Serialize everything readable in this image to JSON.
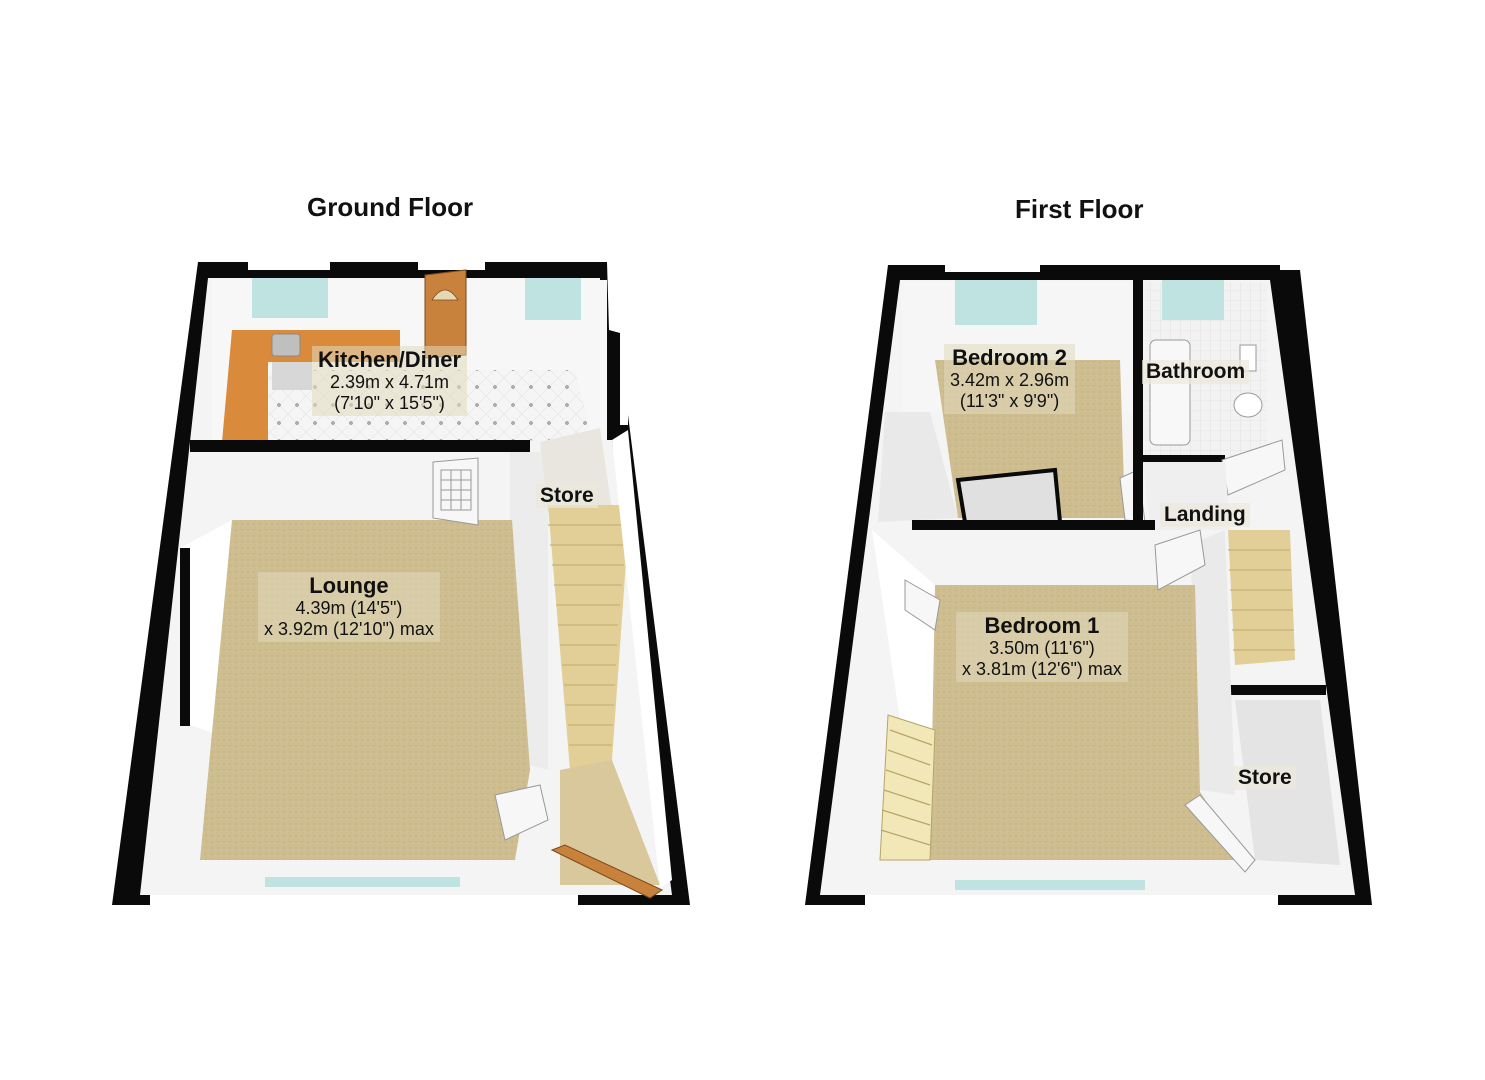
{
  "floors": {
    "ground": {
      "title": "Ground Floor",
      "rooms": {
        "kitchen": {
          "name": "Kitchen/Diner",
          "dim1": "2.39m x 4.71m",
          "dim2": "(7'10\" x 15'5\")"
        },
        "lounge": {
          "name": "Lounge",
          "dim1": "4.39m (14'5\")",
          "dim2": "x 3.92m (12'10\") max"
        },
        "store": {
          "name": "Store"
        }
      }
    },
    "first": {
      "title": "First Floor",
      "rooms": {
        "bedroom2": {
          "name": "Bedroom 2",
          "dim1": "3.42m x 2.96m",
          "dim2": "(11'3\" x 9'9\")"
        },
        "bathroom": {
          "name": "Bathroom"
        },
        "landing": {
          "name": "Landing"
        },
        "bedroom1": {
          "name": "Bedroom 1",
          "dim1": "3.50m (11'6\")",
          "dim2": "x 3.81m (12'6\") max"
        },
        "store": {
          "name": "Store"
        }
      }
    }
  },
  "colors": {
    "wall": "#0a0a0a",
    "inner_wall": "#f4f4f4",
    "carpet": "#cdbd8f",
    "tile": "#f2f2f2",
    "worktop": "#d98a3a",
    "door": "#c8823c",
    "window": "#bfe3e0",
    "stairs": "#e2cf97"
  }
}
